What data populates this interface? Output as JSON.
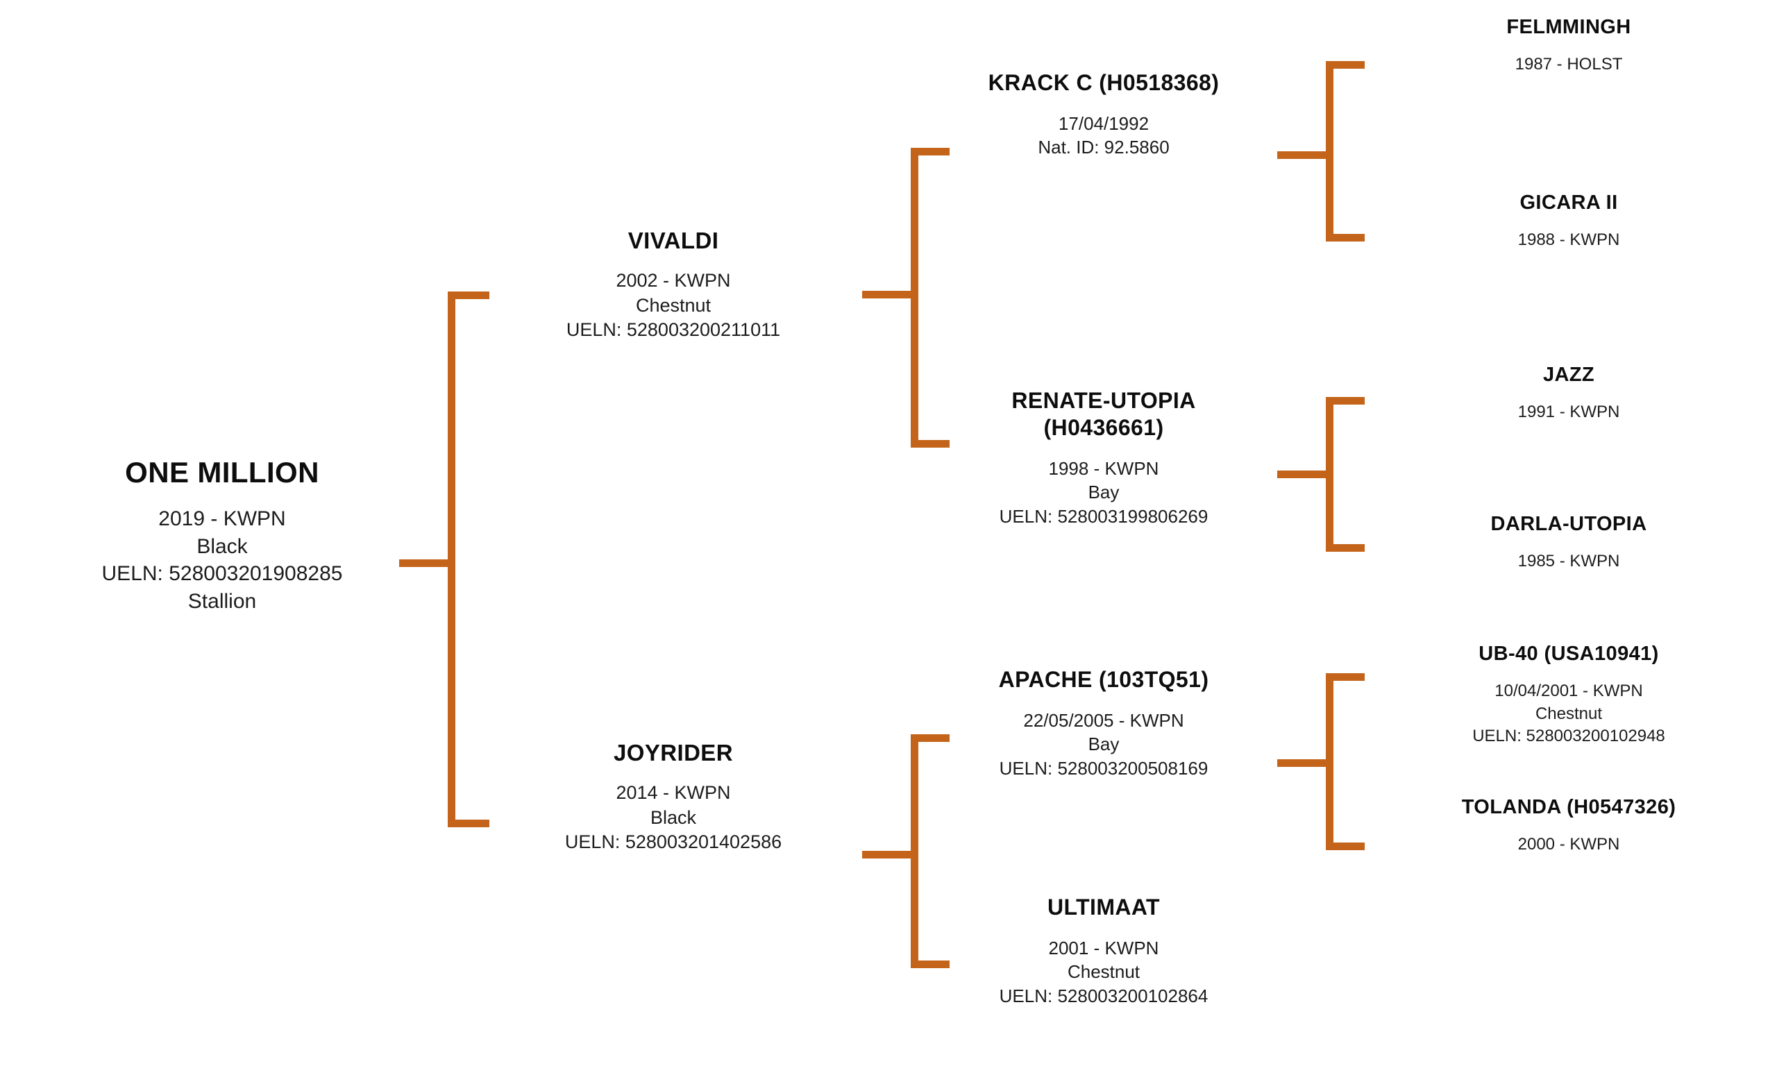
{
  "theme": {
    "connector_color": "#c4641a",
    "background_color": "#ffffff",
    "text_color": "#111111"
  },
  "chart_data": {
    "type": "diagram",
    "diagram_kind": "pedigree-tree",
    "generations": 4,
    "orientation": "left-to-right",
    "title": "ONE MILLION pedigree"
  },
  "pedigree": {
    "subject": {
      "name": "ONE MILLION",
      "details": "2019 - KWPN\nBlack\nUELN: 528003201908285\nStallion",
      "year": "2019",
      "studbook": "KWPN",
      "color": "Black",
      "ueln": "528003201908285",
      "sex": "Stallion"
    },
    "sire": {
      "name": "VIVALDI",
      "details": "2002 - KWPN\nChestnut\nUELN: 528003200211011",
      "year": "2002",
      "studbook": "KWPN",
      "color": "Chestnut",
      "ueln": "528003200211011"
    },
    "dam": {
      "name": "JOYRIDER",
      "details": "2014 - KWPN\nBlack\nUELN: 528003201402586",
      "year": "2014",
      "studbook": "KWPN",
      "color": "Black",
      "ueln": "528003201402586"
    },
    "sire_sire": {
      "name": "KRACK C (H0518368)",
      "details": "17/04/1992\nNat. ID: 92.5860",
      "birthdate": "17/04/1992",
      "national_id": "92.5860"
    },
    "sire_dam": {
      "name": "RENATE-UTOPIA\n(H0436661)",
      "details": "1998 - KWPN\nBay\nUELN: 528003199806269",
      "year": "1998",
      "studbook": "KWPN",
      "color": "Bay",
      "ueln": "528003199806269"
    },
    "dam_sire": {
      "name": "APACHE (103TQ51)",
      "details": "22/05/2005 - KWPN\nBay\nUELN: 528003200508169",
      "birthdate": "22/05/2005",
      "studbook": "KWPN",
      "color": "Bay",
      "ueln": "528003200508169"
    },
    "dam_dam": {
      "name": "ULTIMAAT",
      "details": "2001 - KWPN\nChestnut\nUELN: 528003200102864",
      "year": "2001",
      "studbook": "KWPN",
      "color": "Chestnut",
      "ueln": "528003200102864"
    },
    "sire_sire_sire": {
      "name": "FELMMINGH",
      "details": "1987 - HOLST",
      "year": "1987",
      "studbook": "HOLST"
    },
    "sire_sire_dam": {
      "name": "GICARA II",
      "details": "1988 - KWPN",
      "year": "1988",
      "studbook": "KWPN"
    },
    "sire_dam_sire": {
      "name": "JAZZ",
      "details": "1991 - KWPN",
      "year": "1991",
      "studbook": "KWPN"
    },
    "sire_dam_dam": {
      "name": "DARLA-UTOPIA",
      "details": "1985 - KWPN",
      "year": "1985",
      "studbook": "KWPN"
    },
    "dam_sire_sire": {
      "name": "UB-40 (USA10941)",
      "details": "10/04/2001 - KWPN\nChestnut\nUELN: 528003200102948",
      "birthdate": "10/04/2001",
      "studbook": "KWPN",
      "color": "Chestnut",
      "ueln": "528003200102948"
    },
    "dam_sire_dam": {
      "name": "TOLANDA (H0547326)",
      "details": "2000 - KWPN",
      "year": "2000",
      "studbook": "KWPN"
    }
  }
}
